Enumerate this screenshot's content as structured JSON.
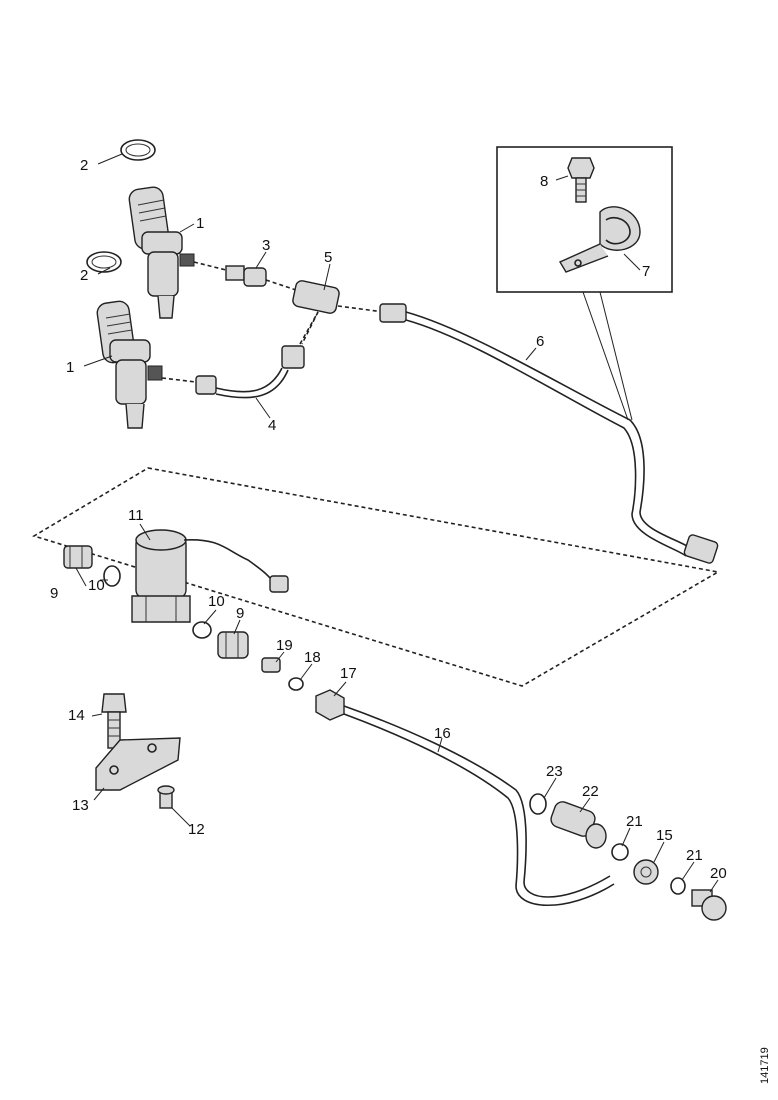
{
  "callouts": {
    "c1a": "1",
    "c1b": "1",
    "c2a": "2",
    "c2b": "2",
    "c3": "3",
    "c4": "4",
    "c5": "5",
    "c6": "6",
    "c7": "7",
    "c8": "8",
    "c9a": "9",
    "c9b": "9",
    "c10a": "10",
    "c10b": "10",
    "c11": "11",
    "c12": "12",
    "c13": "13",
    "c14": "14",
    "c15": "15",
    "c16": "16",
    "c17": "17",
    "c18": "18",
    "c19": "19",
    "c20": "20",
    "c21a": "21",
    "c21b": "21",
    "c22": "22",
    "c23": "23"
  },
  "reference_number": "141719"
}
